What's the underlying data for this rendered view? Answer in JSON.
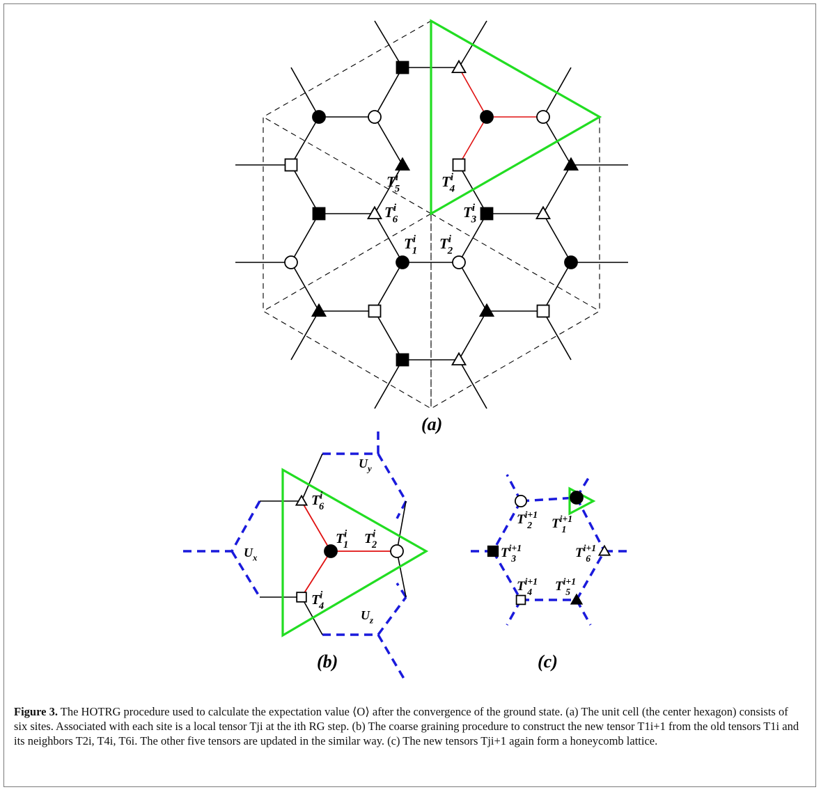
{
  "panels": {
    "a": {
      "label": "(a)",
      "tensor_labels": [
        {
          "base": "T",
          "sub": "5",
          "sup": "i"
        },
        {
          "base": "T",
          "sub": "4",
          "sup": "i"
        },
        {
          "base": "T",
          "sub": "6",
          "sup": "i"
        },
        {
          "base": "T",
          "sub": "3",
          "sup": "i"
        },
        {
          "base": "T",
          "sub": "1",
          "sup": "i"
        },
        {
          "base": "T",
          "sub": "2",
          "sup": "i"
        }
      ]
    },
    "b": {
      "label": "(b)",
      "tensor_labels": [
        {
          "base": "T",
          "sub": "6",
          "sup": "i"
        },
        {
          "base": "T",
          "sub": "1",
          "sup": "i"
        },
        {
          "base": "T",
          "sub": "2",
          "sup": "i"
        },
        {
          "base": "T",
          "sub": "4",
          "sup": "i"
        }
      ],
      "u_labels": [
        {
          "base": "U",
          "sub": "y"
        },
        {
          "base": "U",
          "sub": "x"
        },
        {
          "base": "U",
          "sub": "z"
        }
      ]
    },
    "c": {
      "label": "(c)",
      "tensor_labels": [
        {
          "base": "T",
          "sub": "2",
          "sup": "i+1"
        },
        {
          "base": "T",
          "sub": "1",
          "sup": "i+1"
        },
        {
          "base": "T",
          "sub": "3",
          "sup": "i+1"
        },
        {
          "base": "T",
          "sub": "6",
          "sup": "i+1"
        },
        {
          "base": "T",
          "sub": "4",
          "sup": "i+1"
        },
        {
          "base": "T",
          "sub": "5",
          "sup": "i+1"
        }
      ]
    }
  },
  "colors": {
    "lattice": "#000000",
    "highlight_triangle": "#22dd22",
    "red_bonds": "#e01010",
    "blue_dashed": "#1a1adc"
  },
  "caption": {
    "figure_label": "Figure 3.",
    "text": "The HOTRG procedure used to calculate the expectation value ⟨O⟩ after the convergence of the ground state. (a) The unit cell (the center hexagon) consists of six sites. Associated with each site is a local tensor Tji at the ith RG step. (b) The coarse graining procedure to construct the new tensor T1i+1 from the old tensors T1i and its neighbors T2i, T4i, T6i. The other five tensors are updated in the similar way. (c) The new tensors Tji+1 again form a honeycomb lattice."
  }
}
